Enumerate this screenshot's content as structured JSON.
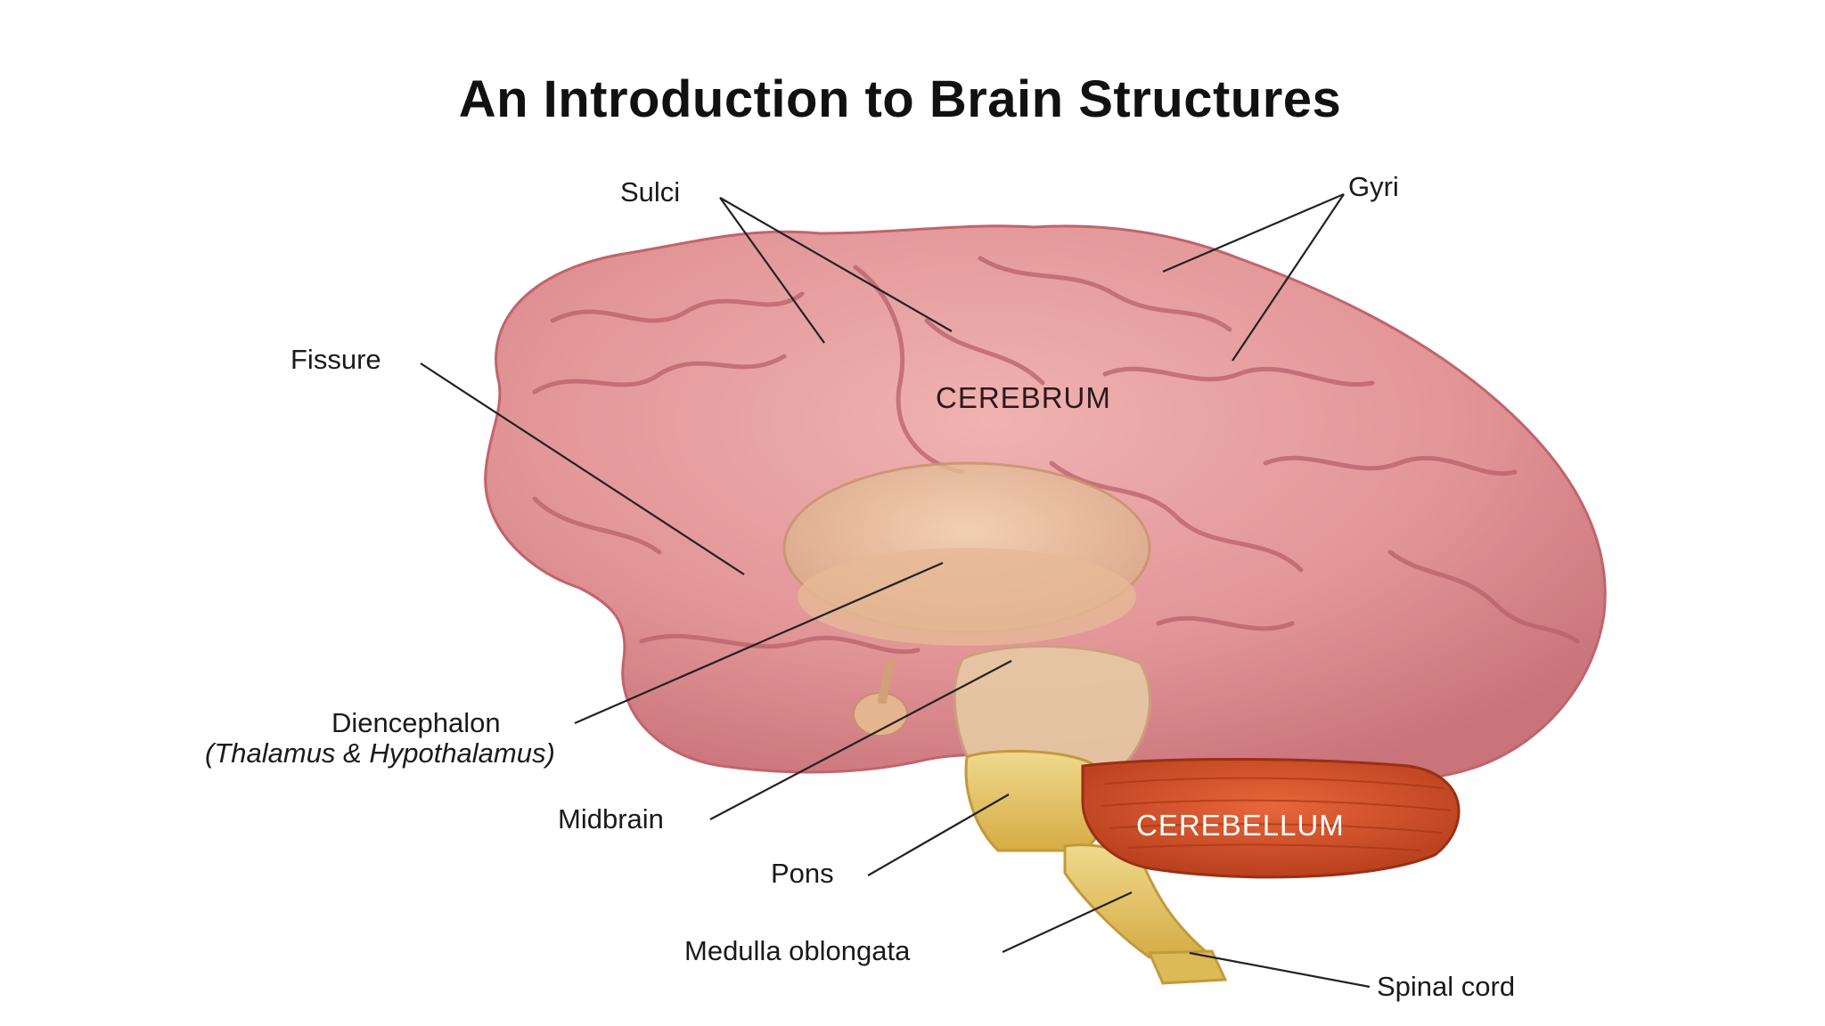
{
  "title": "An Introduction to Brain Structures",
  "labels": {
    "sulci": "Sulci",
    "gyri": "Gyri",
    "fissure": "Fissure",
    "cerebrum": "CEREBRUM",
    "diencephalon": "Diencephalon",
    "diencephalon_sub": "(Thalamus & Hypothalamus)",
    "midbrain": "Midbrain",
    "cerebellum": "CEREBELLUM",
    "pons": "Pons",
    "medulla": "Medulla oblongata",
    "spinal_cord": "Spinal cord"
  },
  "colors": {
    "cerebrum": "#e79a9c",
    "cerebrum_dark": "#c86a70",
    "diencephalon": "#e9c29a",
    "brainstem": "#e4c468",
    "cerebellum": "#d6542c",
    "leader_line": "#222222"
  }
}
